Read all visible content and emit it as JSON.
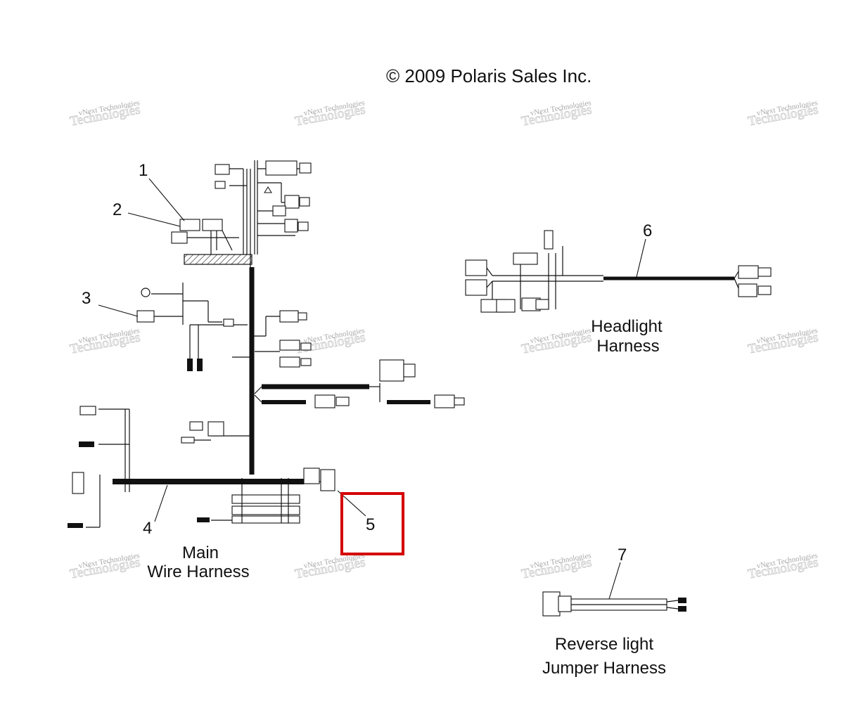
{
  "copyright": "© 2009 Polaris Sales Inc.",
  "watermark": {
    "line1": "vNext Technologies",
    "line2": "Technologies"
  },
  "callouts": [
    "1",
    "2",
    "3",
    "4",
    "5",
    "6",
    "7"
  ],
  "captions": {
    "main_line1": "Main",
    "main_line2": "Wire Harness",
    "headlight_line1": "Headlight",
    "headlight_line2": "Harness",
    "reverse_line1": "Reverse light",
    "reverse_line2": "Jumper Harness"
  },
  "highlight": {
    "callout": "5",
    "color": "#d40000"
  }
}
